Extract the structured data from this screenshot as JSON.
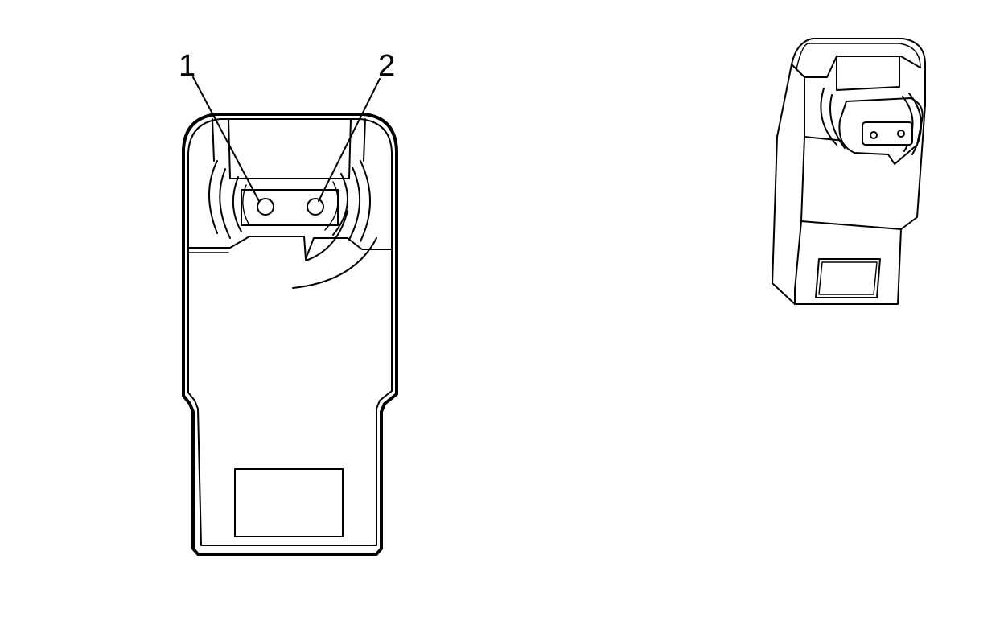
{
  "callouts": [
    {
      "label": "1",
      "target": "terminal-1"
    },
    {
      "label": "2",
      "target": "terminal-2"
    }
  ],
  "colors": {
    "line": "#000000",
    "background": "#ffffff"
  }
}
